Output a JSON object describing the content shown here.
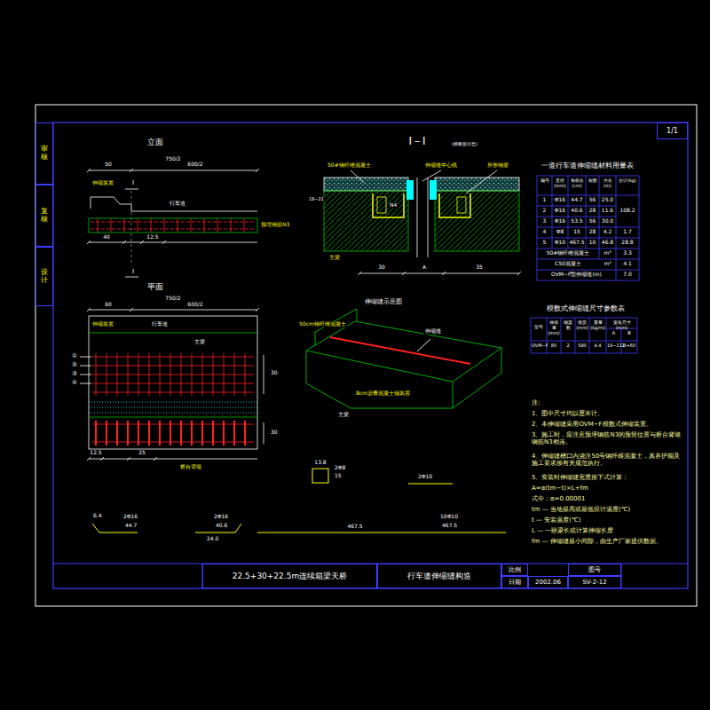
{
  "diagram": {
    "nodes": [
      {
        "text": [
          "1/1"
        ]
      },
      {
        "text": [
          "审核"
        ]
      },
      {
        "text": [
          "复核"
        ]
      },
      {
        "text": [
          "设计"
        ]
      },
      {
        "text": [
          "22.5+30+22.5m连续箱梁天桥"
        ]
      },
      {
        "text": [
          "行车道伸缩缝构造"
        ]
      },
      {
        "text": [
          "比例"
        ]
      },
      {
        "text": [
          "日期"
        ]
      },
      {
        "text": [
          "2002.06"
        ]
      },
      {
        "text": [
          "图号"
        ]
      },
      {
        "text": [
          "SV-2-12"
        ]
      }
    ],
    "labels": [
      "立面",
      "750/2",
      "50",
      "600/2",
      "伸缩装置",
      "I",
      "行车道",
      "预埋钢筋N3",
      "40",
      "12.5",
      "I",
      "平面",
      "750/2",
      "60",
      "600/2",
      "伸缩装置",
      "行车道",
      "主梁",
      "①",
      "②",
      "③",
      "④",
      "30",
      "30",
      "12.5",
      "25",
      "桥台背墙",
      "I－I",
      "(横断面示意)",
      "50#钢纤维混凝土",
      "伸缩缝中心线",
      "异形钢梁",
      "18~21",
      "N4",
      "主梁",
      "30",
      "A",
      "35",
      "伸缩缝示意图",
      "50cm钢纤维混凝土",
      "伸缩缝",
      "8cm沥青混凝土铺装层",
      "主梁",
      "13.8",
      "2Φ8",
      "15",
      "2Φ10",
      "6.4",
      "2Φ16",
      "44.7",
      "2Φ16",
      "40.6",
      "24.0",
      "467.5",
      "10Φ10",
      "467.5",
      "一道行车道伸缩缝材料用量表",
      "编号",
      "直径(mm)",
      "每根长(cm)",
      "根数",
      "共长(m)",
      "合计(kg)",
      "1",
      "Φ16",
      "44.7",
      "56",
      "25.0",
      "108.2",
      "2",
      "Φ16",
      "40.6",
      "28",
      "11.6",
      "3",
      "Φ16",
      "53.5",
      "56",
      "30.0",
      "4",
      "Φ8",
      "15",
      "28",
      "4.2",
      "1.7",
      "5",
      "Φ10",
      "467.5",
      "10",
      "46.8",
      "28.8",
      "50#钢纤维混凝土",
      "m³",
      "3.3",
      "C50混凝土",
      "m³",
      "4.1",
      "OVM−F型伸缩缝(m)",
      "7.0",
      "模数式伸缩缝尺寸参数表",
      "型号",
      "伸缩量(mm)",
      "钢梁数",
      "缝宽(mm)",
      "重量(kg/m)",
      "安装尺寸(mm)",
      "A",
      "B",
      "OVM−F",
      "80",
      "2",
      "580",
      "4.4",
      "16~112",
      "D+60",
      "注:",
      "1、图中尺寸均以厘米计。",
      "2、本伸缩缝采用OVM−F模数式伸缩装置。",
      "3、施工时，应注意预埋钢筋N3的预留位置与桥台背墙钢筋N3相连。",
      "4、伸缩缝槽口内浇注50号钢纤维混凝土，其养护期及施工要求按有关规范执行。",
      "5、安装时伸缩缝宽度按下式计算：",
      "A=α(tm−t)×L+fm",
      "式中：α=0.00001",
      "tm — 当地最高或最低设计温度(℃)",
      "t — 安装温度(℃)",
      "L — 一联梁长或计算伸缩长度",
      "fm — 伸缩缝最小间隙，由生产厂家提供数据。"
    ]
  }
}
